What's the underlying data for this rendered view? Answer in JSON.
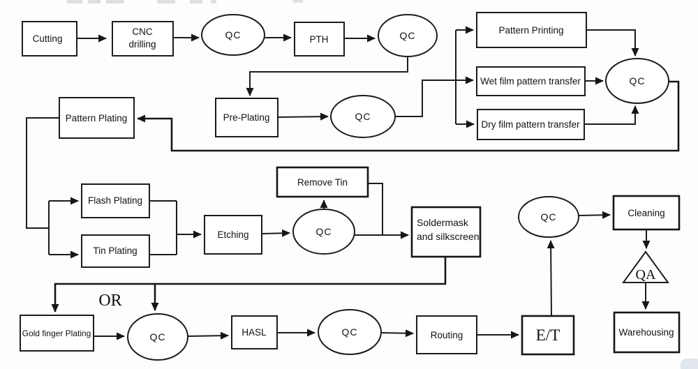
{
  "colors": {
    "stroke": "#1c1c1c",
    "background": "#fdfdfd",
    "text": "#111111"
  },
  "nodes": {
    "cutting": {
      "label": "Cutting",
      "shape": "process-box"
    },
    "cnc_drilling": {
      "line1": "CNC",
      "line2": "drilling",
      "shape": "process-box"
    },
    "qc1": {
      "label": "QC",
      "shape": "inspection-ellipse"
    },
    "pth": {
      "label": "PTH",
      "shape": "process-box"
    },
    "qc2": {
      "label": "QC",
      "shape": "inspection-ellipse"
    },
    "pre_plating": {
      "label": "Pre-Plating",
      "shape": "process-box"
    },
    "qc3": {
      "label": "QC",
      "shape": "inspection-ellipse"
    },
    "pattern_printing": {
      "label": "Pattern Printing",
      "shape": "process-box"
    },
    "wet_film": {
      "label": "Wet film pattern transfer",
      "shape": "process-box"
    },
    "dry_film": {
      "label": "Dry film pattern transfer",
      "shape": "process-box"
    },
    "qc4": {
      "label": "QC",
      "shape": "inspection-ellipse"
    },
    "pattern_plating": {
      "label": "Pattern Plating",
      "shape": "process-box"
    },
    "flash_plating": {
      "label": "Flash Plating",
      "shape": "process-box"
    },
    "tin_plating": {
      "label": "Tin Plating",
      "shape": "process-box"
    },
    "etching": {
      "label": "Etching",
      "shape": "process-box"
    },
    "remove_tin": {
      "label": "Remove Tin",
      "shape": "process-box"
    },
    "qc5": {
      "label": "QC",
      "shape": "inspection-ellipse"
    },
    "soldermask": {
      "line1": "Soldermask",
      "line2": "and silkscreen",
      "shape": "process-box"
    },
    "gold_finger": {
      "label": "Gold finger Plating",
      "shape": "process-box"
    },
    "qc6": {
      "label": "QC",
      "shape": "inspection-ellipse"
    },
    "hasl": {
      "label": "HASL",
      "shape": "process-box"
    },
    "qc7": {
      "label": "QC",
      "shape": "inspection-ellipse"
    },
    "routing": {
      "label": "Routing",
      "shape": "process-box"
    },
    "et": {
      "label": "E/T",
      "shape": "process-box"
    },
    "qc8": {
      "label": "QC",
      "shape": "inspection-ellipse"
    },
    "cleaning": {
      "label": "Cleaning",
      "shape": "process-box"
    },
    "qa": {
      "label": "QA",
      "shape": "check-triangle"
    },
    "warehousing": {
      "label": "Warehousing",
      "shape": "process-box"
    }
  },
  "annotations": {
    "or": "OR"
  },
  "edges": [
    {
      "from": "cutting",
      "to": "cnc_drilling"
    },
    {
      "from": "cnc_drilling",
      "to": "qc1"
    },
    {
      "from": "qc1",
      "to": "pth"
    },
    {
      "from": "pth",
      "to": "qc2"
    },
    {
      "from": "qc2",
      "to": "pre_plating"
    },
    {
      "from": "pre_plating",
      "to": "qc3"
    },
    {
      "from": "qc3",
      "to": "pattern_printing"
    },
    {
      "from": "qc3",
      "to": "wet_film"
    },
    {
      "from": "qc3",
      "to": "dry_film"
    },
    {
      "from": "pattern_printing",
      "to": "qc4"
    },
    {
      "from": "wet_film",
      "to": "qc4"
    },
    {
      "from": "dry_film",
      "to": "qc4"
    },
    {
      "from": "qc4",
      "to": "pattern_plating"
    },
    {
      "from": "pattern_plating",
      "to": "flash_plating"
    },
    {
      "from": "pattern_plating",
      "to": "tin_plating"
    },
    {
      "from": "flash_plating",
      "to": "etching"
    },
    {
      "from": "tin_plating",
      "to": "etching"
    },
    {
      "from": "etching",
      "to": "qc5"
    },
    {
      "from": "qc5",
      "to": "remove_tin"
    },
    {
      "from": "remove_tin",
      "to": "soldermask"
    },
    {
      "from": "qc5",
      "to": "soldermask"
    },
    {
      "from": "soldermask",
      "to": "gold_finger",
      "note": "OR"
    },
    {
      "from": "soldermask",
      "to": "qc6",
      "note": "OR"
    },
    {
      "from": "gold_finger",
      "to": "qc6"
    },
    {
      "from": "qc6",
      "to": "hasl"
    },
    {
      "from": "hasl",
      "to": "qc7"
    },
    {
      "from": "qc7",
      "to": "routing"
    },
    {
      "from": "routing",
      "to": "et"
    },
    {
      "from": "et",
      "to": "qc8"
    },
    {
      "from": "qc8",
      "to": "cleaning"
    },
    {
      "from": "cleaning",
      "to": "qa"
    },
    {
      "from": "qa",
      "to": "warehousing"
    }
  ]
}
